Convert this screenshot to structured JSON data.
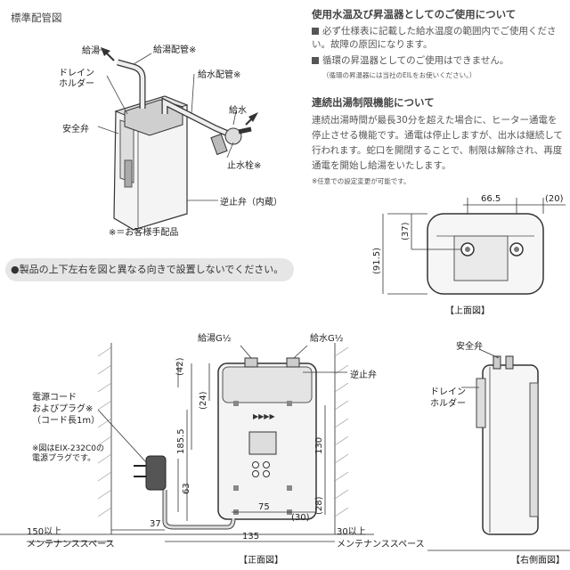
{
  "piping": {
    "title": "標準配管図",
    "labels": {
      "hot_out": "給湯",
      "hot_pipe": "給湯配管※",
      "drain": "ドレイン\nホルダー",
      "cold_pipe": "給水配管※",
      "cold_in": "給水",
      "safety_valve": "安全弁",
      "stop_valve": "止水栓※",
      "check_valve": "逆止弁（内蔵）"
    },
    "footnote": "※＝お客様手配品"
  },
  "notes": {
    "title1": "使用水温及び昇温器としてのご使用について",
    "items1": [
      "必ず仕様表に記載した給水温度の範囲内でご使用ください。故障の原因になります。",
      "循環の昇温器としてのご使用はできません。"
    ],
    "sub1": "（循環の昇温器には当社のEILをお使いください。）",
    "title2": "連続出湯制限機能について",
    "body2": "連続出湯時間が最長30分を超えた場合に、ヒーター通電を停止させる機能です。通電は停止しますが、出水は継続して行われます。蛇口を開閉することで、制限は解除され、再度通電を開始し給湯をいたします。",
    "sub2": "※任意での設定変更が可能です。"
  },
  "top_view": {
    "caption": "【上面図】",
    "dims": [
      "66.5",
      "(20)",
      "(37)",
      "(91.5)"
    ]
  },
  "warning": "●製品の上下左右を図と異なる向きで設置しないでください。",
  "front_view": {
    "caption": "【正面図】",
    "hot_label": "給湯G½",
    "cold_label": "給水G½",
    "check_valve": "逆止弁",
    "cord_label": "電源コード\nおよびプラグ※\n（コード長1m）",
    "cord_note": "※図はEIX-232C0の\n電源プラグです。",
    "left_space": "150以上\nメンテナンススペース",
    "right_space": "30以上\nメンテナンススペース",
    "dims": [
      "(42)",
      "(24)",
      "185.5",
      "130",
      "63",
      "(28)",
      "37",
      "75",
      "(30)",
      "135"
    ]
  },
  "side_view": {
    "caption": "【右側面図】",
    "safety_valve": "安全弁",
    "drain": "ドレイン\nホルダー"
  }
}
